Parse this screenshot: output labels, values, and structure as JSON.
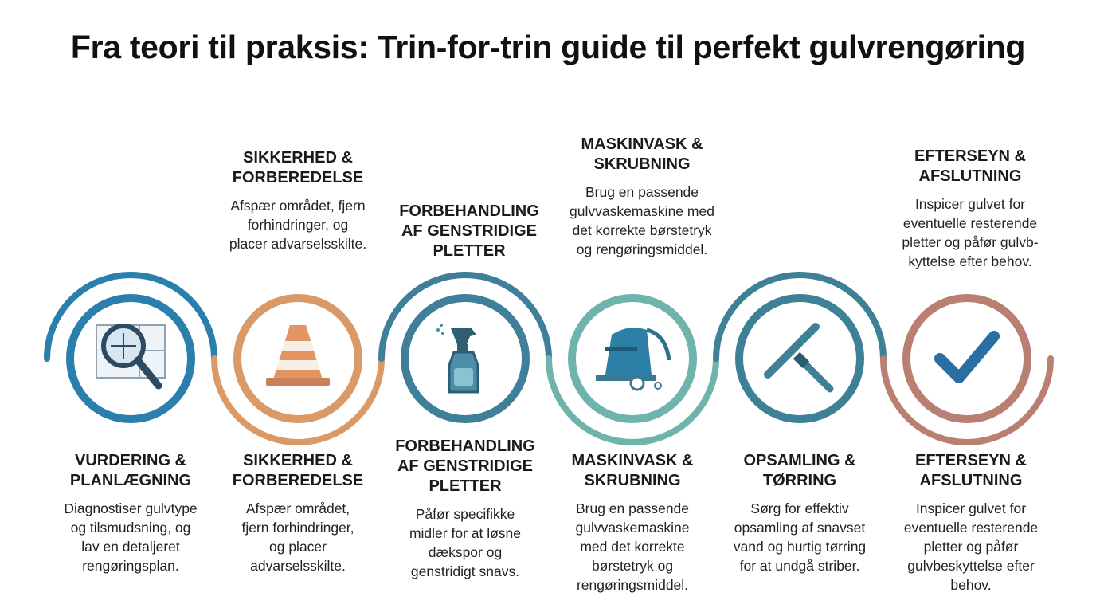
{
  "title": "Fra teori til praksis: Trin-for-trin guide til perfekt gulvrengøring",
  "colors": {
    "step1": "#2a7fad",
    "step2": "#d99a68",
    "step3": "#3f7f9a",
    "step4": "#6fb3ad",
    "step5": "#3e8095",
    "step6": "#b87f72"
  },
  "top_steps": [
    {
      "heading": "SIKKERHED &\nFORBEREDELSE",
      "description": "Afspær området, fjern\nforhindringer, og\nplacer advarselsskilte."
    },
    {
      "heading": "FORBEHANDLING\nAF GENSTRIDIGE\nPLETTER",
      "description": ""
    },
    {
      "heading": "MASKINVASK &\nSKRUBNING",
      "description": "Brug en passende\ngulvvaskemaskine med\ndet korrekte børstetryk\nog rengøringsmiddel."
    },
    {
      "heading": "EFTERSEYN &\nAFSLUTNING",
      "description": "Inspicer gulvet for\neventuelle resterende\npletter og påfør gulvb-\nkyttelse efter behov."
    }
  ],
  "steps": [
    {
      "heading": "VURDERING &\nPLANLÆGNING",
      "description": "Diagnostiser gulvtype\nog tilsmudsning, og\nlav en detaljeret\nrengøringsplan.",
      "icon": "magnifier-floorplan-icon"
    },
    {
      "heading": "SIKKERHED &\nFORBEREDELSE",
      "description": "Afspær området,\nfjern forhindringer,\nog placer\nadvarselsskilte.",
      "icon": "traffic-cone-icon"
    },
    {
      "heading": "FORBEHANDLING\nAF GENSTRIDIGE\nPLETTER",
      "description": "Påfør specifikke\nmidler for at løsne\ndækspor og\ngenstridigt snavs.",
      "icon": "spray-bottle-icon"
    },
    {
      "heading": "MASKINVASK &\nSKRUBNING",
      "description": "Brug en passende\ngulvvaskemaskine\nmed det korrekte\nbørstetryk og\nrengøringsmiddel.",
      "icon": "floor-scrubber-icon"
    },
    {
      "heading": "OPSAMLING &\nTØRRING",
      "description": "Sørg for effektiv\nopsamling af snavset\nvand og hurtig tørring\nfor at undgå striber.",
      "icon": "squeegee-icon"
    },
    {
      "heading": "EFTERSEYN &\nAFSLUTNING",
      "description": "Inspicer gulvet for\neventuelle resterende\npletter og påfør\ngulvbeskyttelse efter\nbehov.",
      "icon": "checkmark-icon"
    }
  ]
}
